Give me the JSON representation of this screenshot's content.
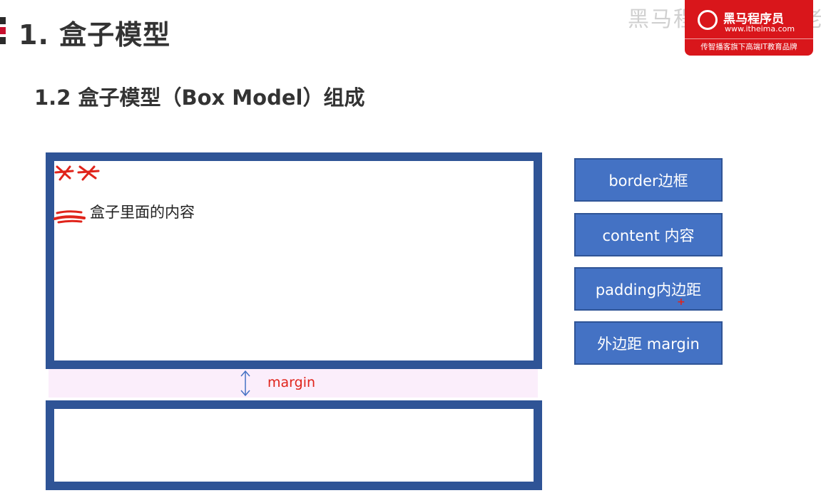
{
  "slide": {
    "heading": "1. 盒子模型",
    "subheading": "1.2 盒子模型（Box Model）组成",
    "watermark": "黑马程序员 pink老师"
  },
  "brand": {
    "name": "黑马程序员",
    "url": "www.itheima.com",
    "tagline": "传智播客旗下高端IT教育品牌"
  },
  "diagram": {
    "content_text": "盒子里面的内容",
    "margin_label": "margin"
  },
  "parts": [
    {
      "label": "border边框"
    },
    {
      "label": "content 内容"
    },
    {
      "label": "padding内边距"
    },
    {
      "label": "外边距 margin"
    }
  ],
  "colors": {
    "border": "#2f5496",
    "button": "#4472c4",
    "margin_band": "#fbeefb",
    "annotation": "#e0241b",
    "brand": "#d9161b"
  }
}
